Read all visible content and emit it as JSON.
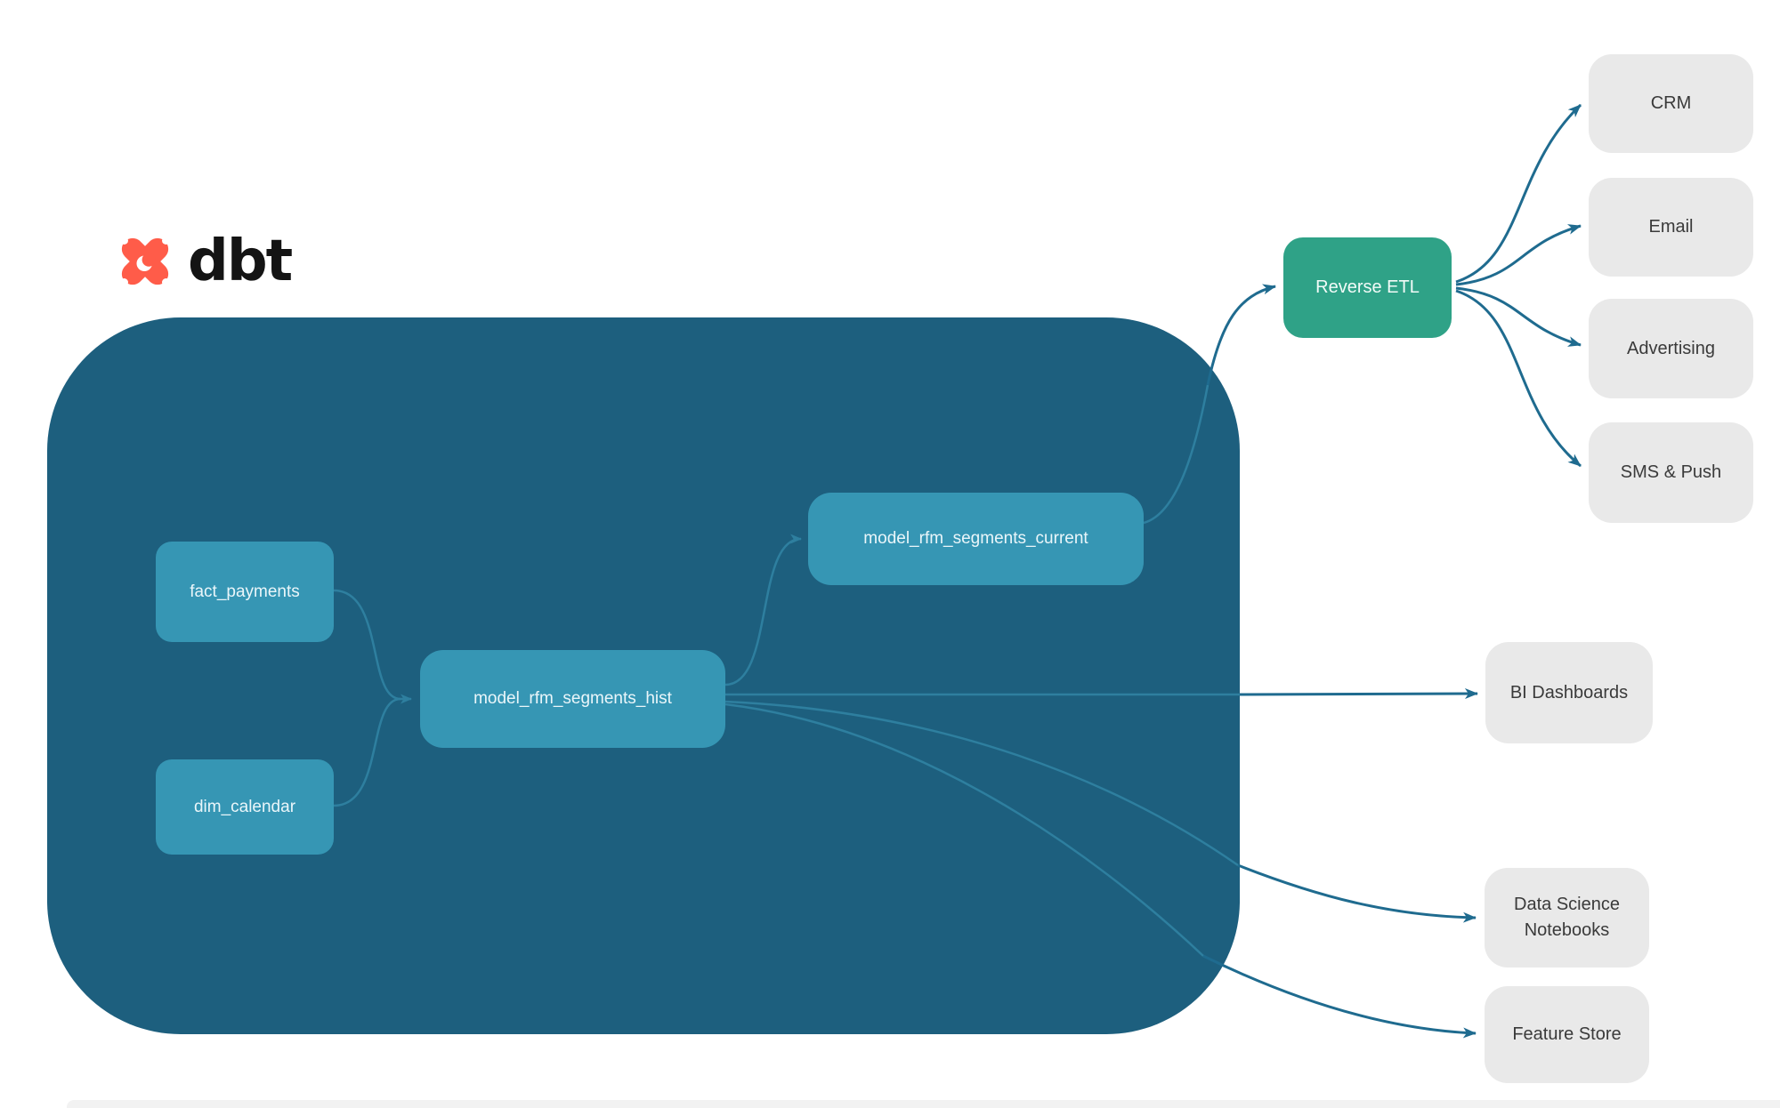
{
  "brand": {
    "name": "dbt",
    "logo_icon": "dbt-star-icon"
  },
  "warehouse": {
    "sources": [
      {
        "id": "fact_payments",
        "label": "fact_payments"
      },
      {
        "id": "dim_calendar",
        "label": "dim_calendar"
      }
    ],
    "models": [
      {
        "id": "model_rfm_segments_hist",
        "label": "model_rfm_segments_hist"
      },
      {
        "id": "model_rfm_segments_current",
        "label": "model_rfm_segments_current"
      }
    ]
  },
  "reverse_etl": {
    "label": "Reverse ETL"
  },
  "activation_destinations": [
    {
      "label": "CRM"
    },
    {
      "label": "Email"
    },
    {
      "label": "Advertising"
    },
    {
      "label": "SMS & Push"
    }
  ],
  "analytics_destinations": [
    {
      "label": "BI Dashboards"
    },
    {
      "label": "Data Science Notebooks"
    },
    {
      "label": "Feature Store"
    }
  ],
  "colors": {
    "container": "#1d5f7e",
    "model_node": "#3696b4",
    "reverse_etl": "#2fa287",
    "destination": "#e9e9e9",
    "edge_dark": "#1f6b8f",
    "edge_light": "#2e7f9f",
    "logo_orange": "#ff5c49"
  }
}
